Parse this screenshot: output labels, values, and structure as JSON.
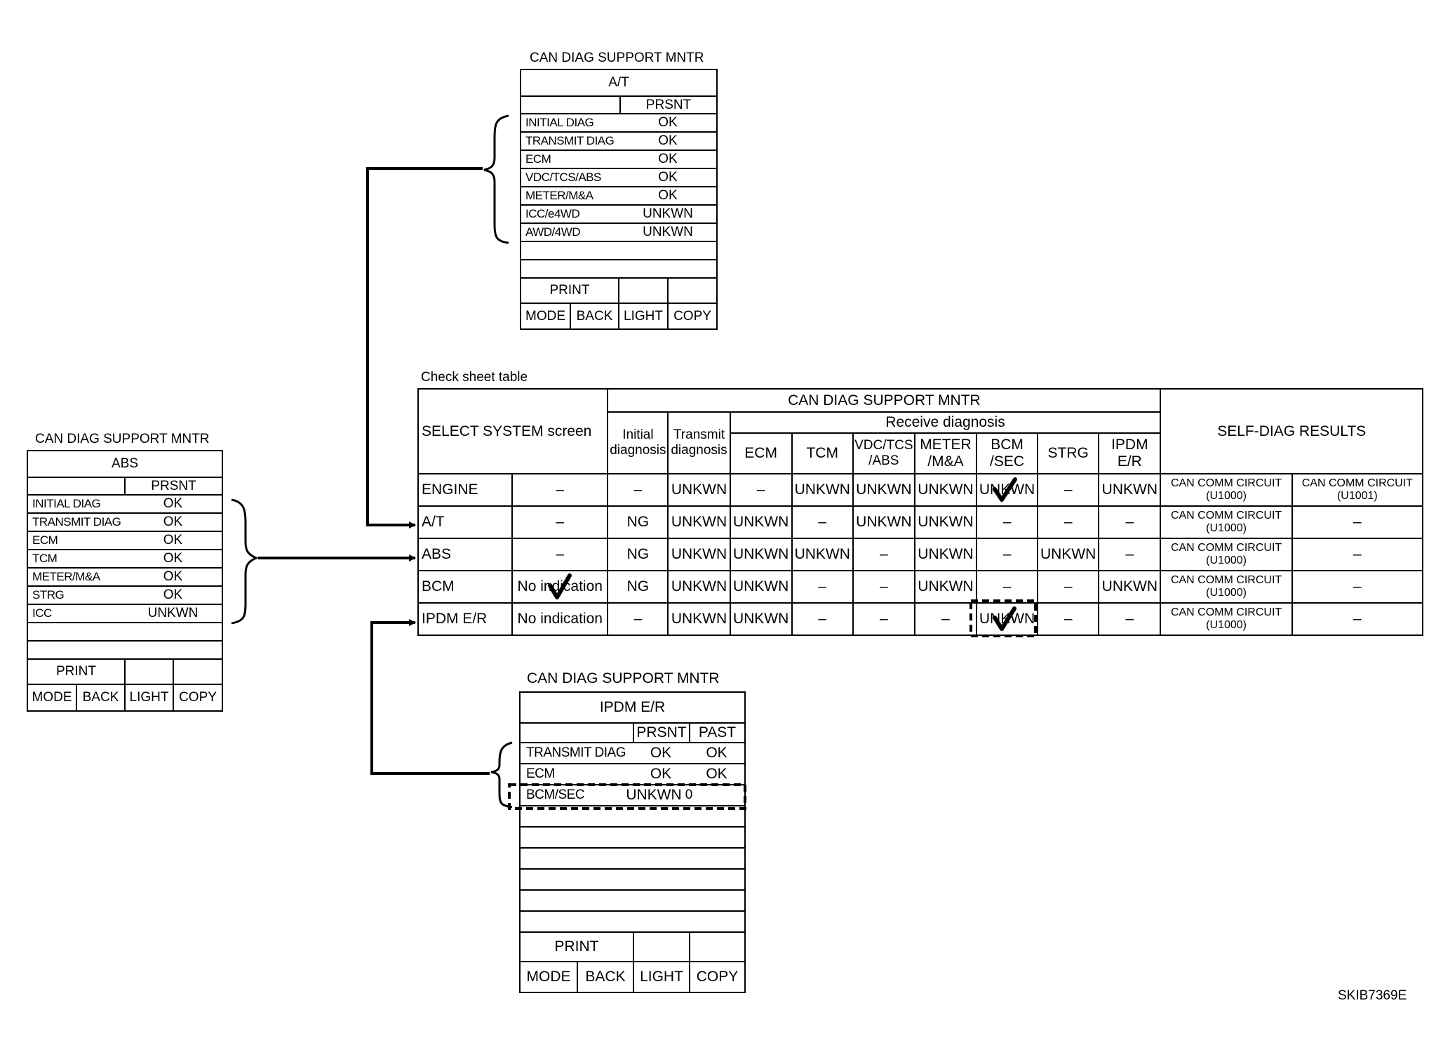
{
  "panel_top": {
    "title": "CAN DIAG SUPPORT MNTR",
    "system": "A/T",
    "columns": [
      "PRSNT"
    ],
    "rows": [
      {
        "label": "INITIAL DIAG",
        "prsnt": "OK"
      },
      {
        "label": "TRANSMIT DIAG",
        "prsnt": "OK"
      },
      {
        "label": "ECM",
        "prsnt": "OK"
      },
      {
        "label": "VDC/TCS/ABS",
        "prsnt": "OK"
      },
      {
        "label": "METER/M&A",
        "prsnt": "OK"
      },
      {
        "label": "ICC/e4WD",
        "prsnt": "UNKWN"
      },
      {
        "label": "AWD/4WD",
        "prsnt": "UNKWN"
      }
    ],
    "buttons": {
      "print": "PRINT",
      "mode": "MODE",
      "back": "BACK",
      "light": "LIGHT",
      "copy": "COPY"
    }
  },
  "panel_left": {
    "title": "CAN DIAG SUPPORT MNTR",
    "system": "ABS",
    "columns": [
      "PRSNT"
    ],
    "rows": [
      {
        "label": "INITIAL DIAG",
        "prsnt": "OK"
      },
      {
        "label": "TRANSMIT DIAG",
        "prsnt": "OK"
      },
      {
        "label": "ECM",
        "prsnt": "OK"
      },
      {
        "label": "TCM",
        "prsnt": "OK"
      },
      {
        "label": "METER/M&A",
        "prsnt": "OK"
      },
      {
        "label": "STRG",
        "prsnt": "OK"
      },
      {
        "label": "ICC",
        "prsnt": "UNKWN"
      }
    ],
    "buttons": {
      "print": "PRINT",
      "mode": "MODE",
      "back": "BACK",
      "light": "LIGHT",
      "copy": "COPY"
    }
  },
  "panel_bottom": {
    "title": "CAN DIAG SUPPORT MNTR",
    "system": "IPDM E/R",
    "columns": [
      "PRSNT",
      "PAST"
    ],
    "rows": [
      {
        "label": "TRANSMIT DIAG",
        "prsnt": "OK",
        "past": "OK"
      },
      {
        "label": "ECM",
        "prsnt": "OK",
        "past": "OK"
      },
      {
        "label": "BCM/SEC",
        "prsnt": "UNKWN",
        "past": "0"
      }
    ],
    "buttons": {
      "print": "PRINT",
      "mode": "MODE",
      "back": "BACK",
      "light": "LIGHT",
      "copy": "COPY"
    }
  },
  "check_sheet": {
    "caption": "Check sheet table",
    "header": {
      "select_system": "SELECT SYSTEM screen",
      "can_diag": "CAN DIAG SUPPORT MNTR",
      "initial_1": "Initial",
      "initial_2": "diagnosis",
      "transmit_1": "Transmit",
      "transmit_2": "diagnosis",
      "receive": "Receive diagnosis",
      "ecm": "ECM",
      "tcm": "TCM",
      "vdc_1": "VDC/TCS",
      "vdc_2": "/ABS",
      "meter_1": "METER",
      "meter_2": "/M&A",
      "bcm_1": "BCM",
      "bcm_2": "/SEC",
      "strg": "STRG",
      "ipdm_1": "IPDM",
      "ipdm_2": "E/R",
      "self_diag": "SELF-DIAG RESULTS"
    },
    "rows": [
      {
        "system": "ENGINE",
        "screen": "–",
        "initial": "–",
        "transmit": "UNKWN",
        "ecm": "–",
        "tcm": "UNKWN",
        "vdc": "UNKWN",
        "meter": "UNKWN",
        "bcm": "UNKWN",
        "strg": "–",
        "ipdm": "UNKWN",
        "sd1_a": "CAN COMM CIRCUIT",
        "sd1_b": "(U1000)",
        "sd2_a": "CAN COMM CIRCUIT",
        "sd2_b": "(U1001)"
      },
      {
        "system": "A/T",
        "screen": "–",
        "initial": "NG",
        "transmit": "UNKWN",
        "ecm": "UNKWN",
        "tcm": "–",
        "vdc": "UNKWN",
        "meter": "UNKWN",
        "bcm": "–",
        "strg": "–",
        "ipdm": "–",
        "sd1_a": "CAN COMM CIRCUIT",
        "sd1_b": "(U1000)",
        "sd2_a": "–",
        "sd2_b": ""
      },
      {
        "system": "ABS",
        "screen": "–",
        "initial": "NG",
        "transmit": "UNKWN",
        "ecm": "UNKWN",
        "tcm": "UNKWN",
        "vdc": "–",
        "meter": "UNKWN",
        "bcm": "–",
        "strg": "UNKWN",
        "ipdm": "–",
        "sd1_a": "CAN COMM CIRCUIT",
        "sd1_b": "(U1000)",
        "sd2_a": "–",
        "sd2_b": ""
      },
      {
        "system": "BCM",
        "screen": "No indication",
        "initial": "NG",
        "transmit": "UNKWN",
        "ecm": "UNKWN",
        "tcm": "–",
        "vdc": "–",
        "meter": "UNKWN",
        "bcm": "–",
        "strg": "–",
        "ipdm": "UNKWN",
        "sd1_a": "CAN COMM CIRCUIT",
        "sd1_b": "(U1000)",
        "sd2_a": "–",
        "sd2_b": ""
      },
      {
        "system": "IPDM E/R",
        "screen": "No indication",
        "initial": "–",
        "transmit": "UNKWN",
        "ecm": "UNKWN",
        "tcm": "–",
        "vdc": "–",
        "meter": "–",
        "bcm": "UNKWN",
        "strg": "–",
        "ipdm": "–",
        "sd1_a": "CAN COMM CIRCUIT",
        "sd1_b": "(U1000)",
        "sd2_a": "–",
        "sd2_b": ""
      }
    ]
  },
  "figure_code": "SKIB7369E",
  "icons": {
    "check": "checkmark-icon",
    "brace": "curly-brace-icon",
    "arrow": "arrow-icon"
  }
}
